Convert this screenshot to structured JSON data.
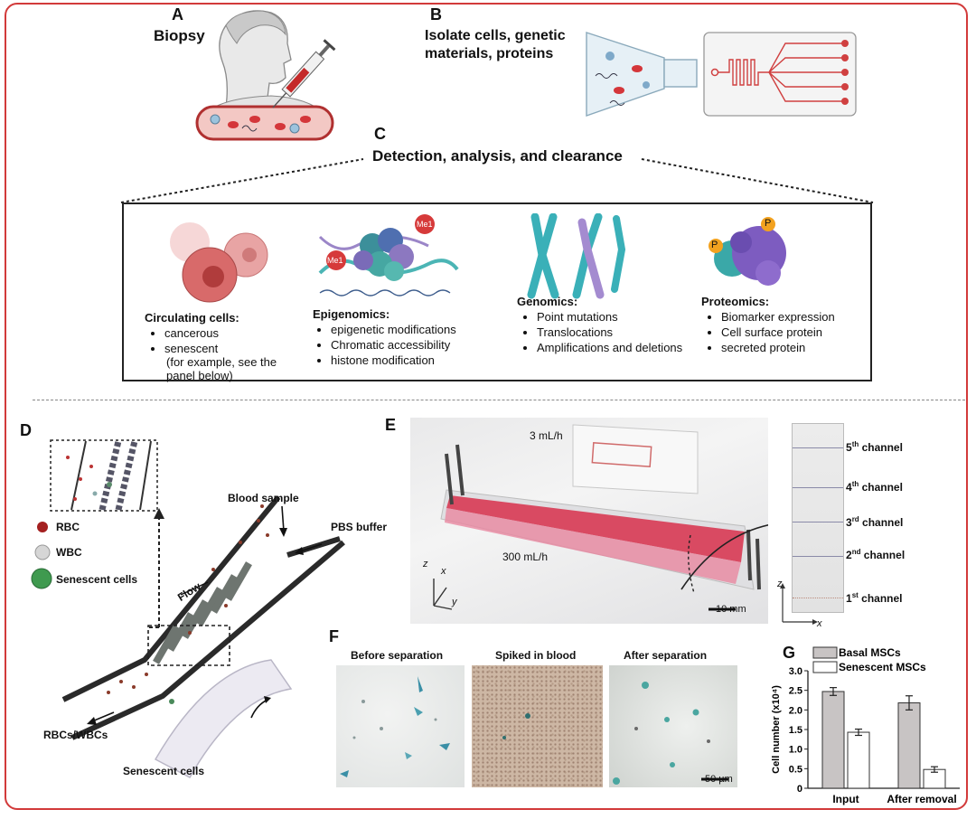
{
  "panels": {
    "A": {
      "letter": "A",
      "label": "Biopsy"
    },
    "B": {
      "letter": "B",
      "label": "Isolate cells, genetic materials, proteins"
    },
    "C": {
      "letter": "C",
      "title": "Detection, analysis, and clearance",
      "columns": [
        {
          "title": "Circulating cells:",
          "items": [
            "cancerous",
            "senescent"
          ],
          "note": "(for example, see the panel below)"
        },
        {
          "title": "Epigenomics:",
          "items": [
            "epigenetic modifications",
            "Chromatic accessibility",
            "histone modification"
          ]
        },
        {
          "title": "Genomics:",
          "items": [
            "Point mutations",
            "Translocations",
            "Amplifications and deletions"
          ]
        },
        {
          "title": "Proteomics:",
          "items": [
            "Biomarker expression",
            "Cell surface protein",
            "secreted protein"
          ]
        }
      ],
      "me1": "Me1",
      "p": "P"
    },
    "D": {
      "letter": "D",
      "legend": [
        "RBC",
        "WBC",
        "Senescent cells"
      ],
      "labels": {
        "blood": "Blood sample",
        "pbs": "PBS buffer",
        "flow": "Flow",
        "rbcs": "RBCs/WBCs",
        "senescent": "Senescent cells"
      }
    },
    "E": {
      "letter": "E",
      "flow_top": "3 mL/h",
      "flow_main": "300 mL/h",
      "scale": "10 mm",
      "axes": {
        "z": "z",
        "x": "x",
        "y": "y"
      },
      "channels": [
        {
          "n": "5",
          "sup": "th",
          "rest": " channel"
        },
        {
          "n": "4",
          "sup": "th",
          "rest": " channel"
        },
        {
          "n": "3",
          "sup": "rd",
          "rest": " channel"
        },
        {
          "n": "2",
          "sup": "nd",
          "rest": " channel"
        },
        {
          "n": "1",
          "sup": "st",
          "rest": " channel"
        }
      ],
      "channel_axes": {
        "z": "z",
        "x": "x"
      }
    },
    "F": {
      "letter": "F",
      "images": [
        "Before separation",
        "Spiked in blood",
        "After separation"
      ],
      "scale": "50 µm"
    },
    "G": {
      "letter": "G"
    }
  },
  "chart_data": {
    "type": "bar",
    "categories": [
      "Input",
      "After removal"
    ],
    "series": [
      {
        "name": "Basal MSCs",
        "values": [
          2.47,
          2.18
        ],
        "errors": [
          0.1,
          0.18
        ],
        "color": "#c8c4c4"
      },
      {
        "name": "Senescent MSCs",
        "values": [
          1.43,
          0.48
        ],
        "errors": [
          0.08,
          0.07
        ],
        "color": "#ffffff"
      }
    ],
    "ylabel": "Cell number (x10⁴)",
    "ylim": [
      0,
      3.0
    ],
    "yticks": [
      "0",
      "0.5",
      "1.0",
      "1.5",
      "2.0",
      "2.5",
      "3.0"
    ],
    "legend": "top-left"
  }
}
